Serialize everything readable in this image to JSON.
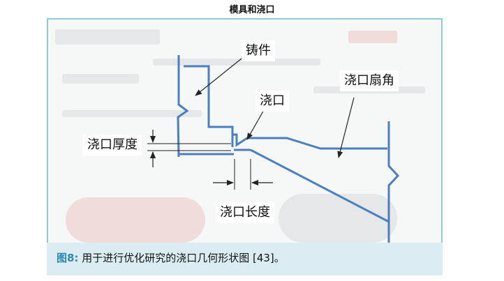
{
  "page_title": "模具和浇口",
  "labels": {
    "casting": "铸件",
    "gate": "浇口",
    "gate_fan": "浇口扇角",
    "gate_thickness": "浇口厚度",
    "gate_length": "浇口长度"
  },
  "caption": {
    "figure_label": "图8:",
    "text": " 用于进行优化研究的浇口几何形状图 [43]。"
  },
  "colors": {
    "line": "#4a7fc0",
    "arrow": "#222222",
    "frame_border": "#8fcad6",
    "caption_bg": "#dbedf2",
    "figure_label": "#2f86b5"
  }
}
